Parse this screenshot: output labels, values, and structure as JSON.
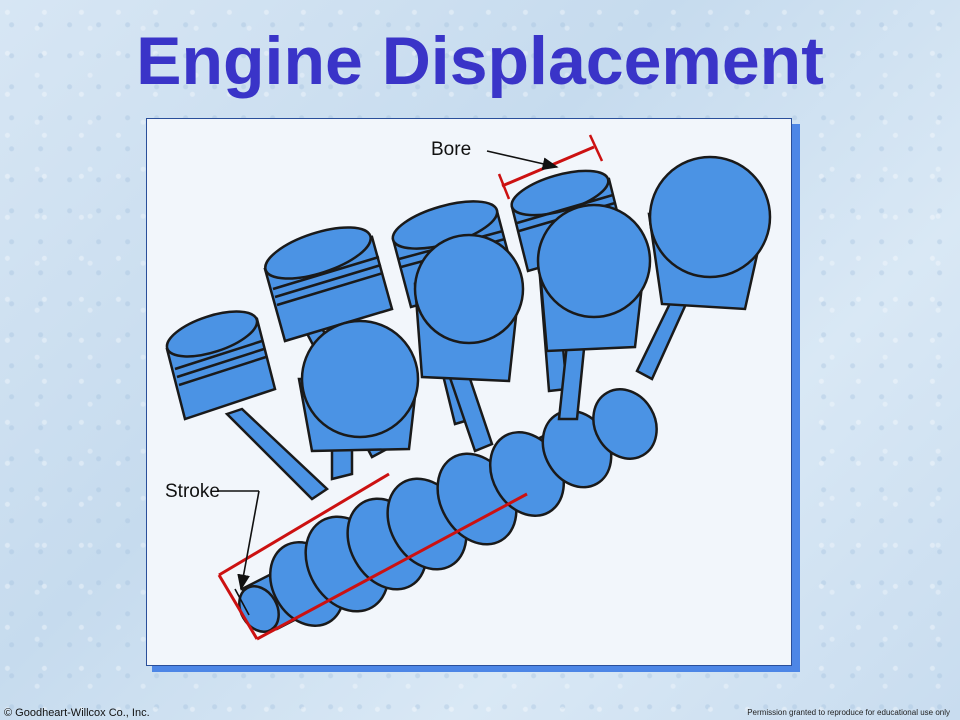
{
  "slide": {
    "title": "Engine Displacement",
    "copyright": "© Goodheart-Willcox Co., Inc.",
    "permission": "Permission granted to reproduce for educational use only"
  },
  "diagram": {
    "labels": {
      "bore": "Bore",
      "stroke": "Stroke"
    },
    "colors": {
      "part_fill": "#4b93e4",
      "outline": "#1a1a1a",
      "dimension_line": "#cc1111",
      "title": "#3a34c8"
    },
    "icon": "v8-crankshaft-pistons-illustration"
  }
}
